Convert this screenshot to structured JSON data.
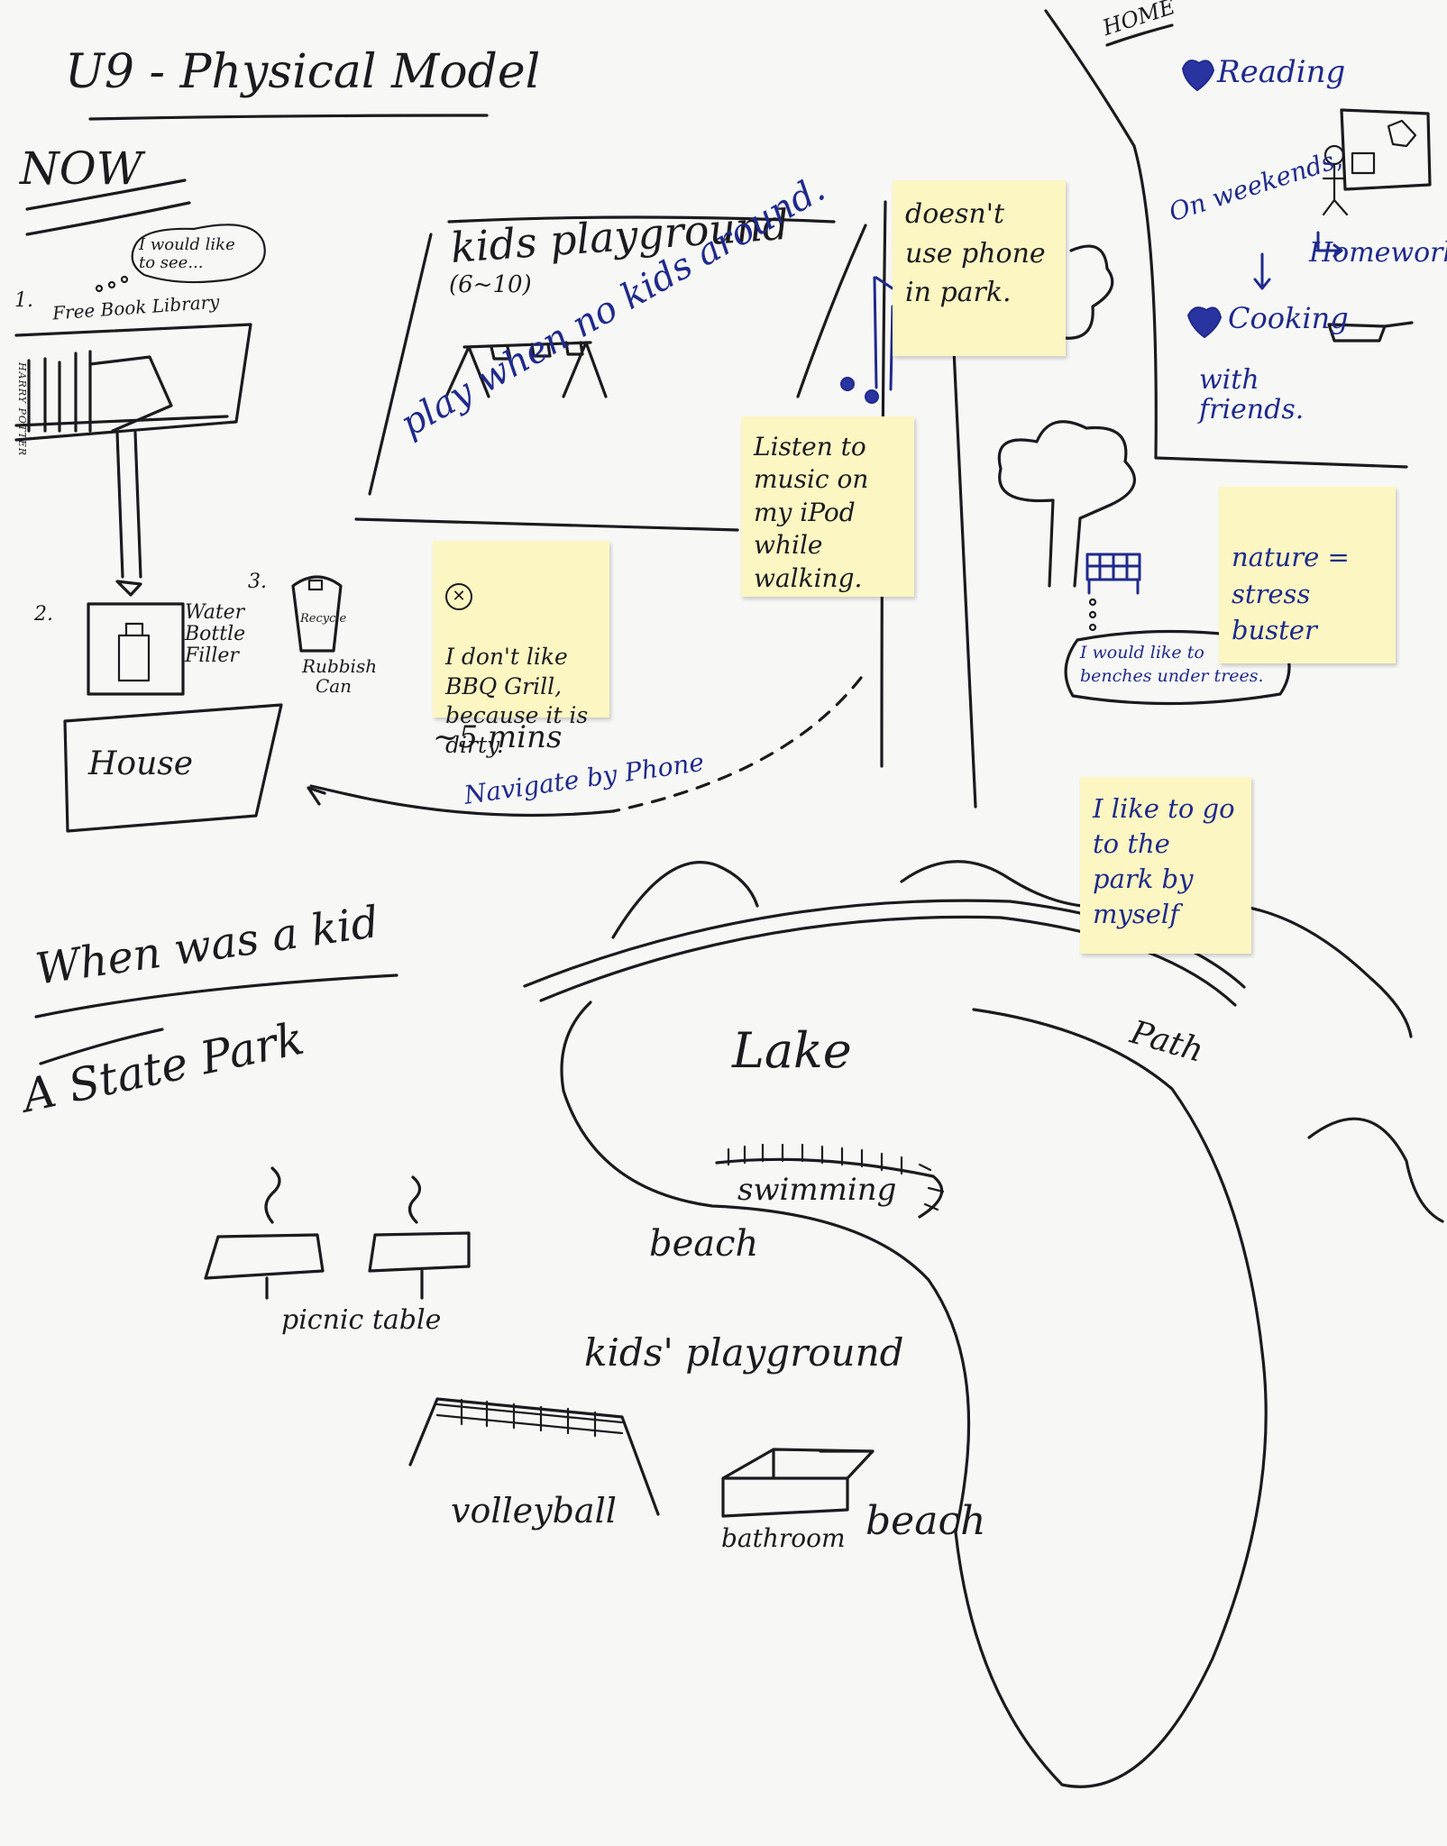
{
  "title": "U9 - Physical Model",
  "sections": {
    "now": "NOW",
    "home": "HOME",
    "kid": "When was a kid",
    "state_park": "A State Park"
  },
  "now": {
    "thought_bubble": "I would like to see...",
    "marker_1": "1.",
    "library": "Free Book Library",
    "book_spine": "HARRY POTTER",
    "marker_2": "2.",
    "marker_3": "3.",
    "water": "Water Bottle Filler",
    "recycle": "Recycle",
    "rubbish": "Rubbish Can",
    "house": "House",
    "playground": "kids playground",
    "playground_age": "(6~10)",
    "play_note": "play when no kids around.",
    "duration": "~5 mins",
    "navigate": "Navigate by Phone"
  },
  "home": {
    "reading": "Reading",
    "weekends": "On weekends,",
    "homework": "Homework",
    "cooking": "Cooking",
    "friends": "with friends."
  },
  "stickies": {
    "phone": "doesn't use phone in park.",
    "music": "Listen to music on my iPod while walking.",
    "bbq": "I don't like BBQ Grill, because it is dirty.",
    "nature": "nature = stress buster",
    "myself": "I like to go to the park by myself"
  },
  "bbq_icon": "x-circle-icon",
  "benches_bubble": "I would like to benches under trees.",
  "kid": {
    "lake": "Lake",
    "path": "Path",
    "swimming": "swimming",
    "beach_top": "beach",
    "kids_playground": "kids' playground",
    "picnic": "picnic table",
    "volleyball": "volleyball",
    "bathroom": "bathroom",
    "beach_bottom": "beach"
  }
}
